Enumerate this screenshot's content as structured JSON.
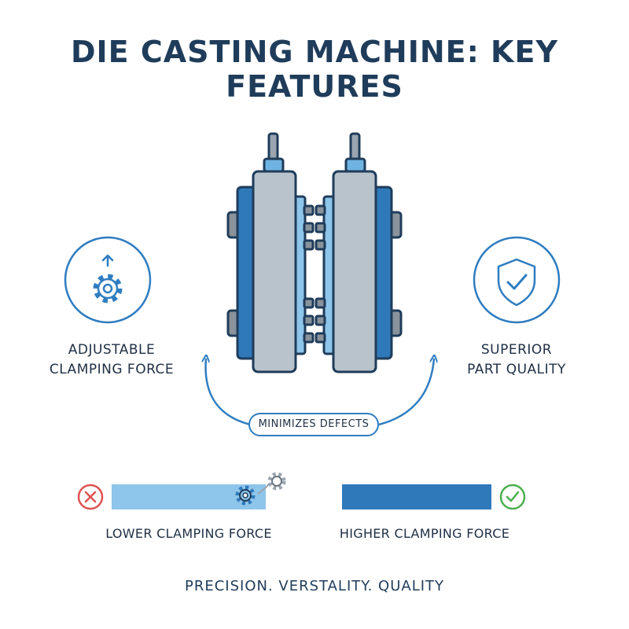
{
  "title": "DIE CASTING MACHINE: KEY FEATURES",
  "features": {
    "left": {
      "icon": "adjustable-gear-icon",
      "line1": "ADJUSTABLE",
      "line2": "CLAMPING FORCE"
    },
    "right": {
      "icon": "shield-check-icon",
      "line1": "SUPERIOR",
      "line2": "PART QUALITY"
    }
  },
  "center_badge": "MINIMIZES DEFECTS",
  "comparison": {
    "lower": {
      "label": "LOWER CLAMPING FORCE",
      "status_icon": "x-circle-icon",
      "status_color": "#e05252",
      "bar_color": "#8ec5ea"
    },
    "higher": {
      "label": "HIGHER CLAMPING FORCE",
      "status_icon": "check-circle-icon",
      "status_color": "#4caf50",
      "bar_color": "#2f79ba"
    }
  },
  "footer": "PRECISION. VERSTALITY. QUALITY",
  "colors": {
    "primary": "#2f7dc1",
    "dark": "#1f3c5a",
    "platen": "#b9c3cc",
    "light_blue": "#8ec5ea"
  }
}
